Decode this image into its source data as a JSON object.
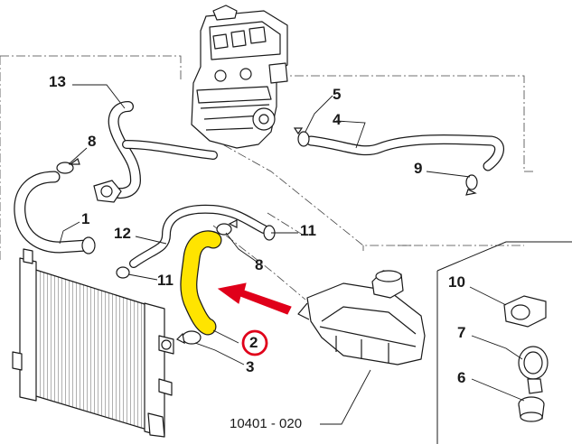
{
  "callouts": {
    "c1": "1",
    "c2": "2",
    "c3": "3",
    "c4": "4",
    "c5": "5",
    "c6": "6",
    "c7": "7",
    "c8a": "8",
    "c8b": "8",
    "c9": "9",
    "c10": "10",
    "c11a": "11",
    "c11b": "11",
    "c12": "12",
    "c13": "13"
  },
  "drawing_code": "10401 - 020",
  "colors": {
    "highlight_hose": "#ffe400",
    "pointer_arrow": "#e0001a",
    "selected_ring": "#e0001a",
    "line_art": "#1a1a1a"
  },
  "icons": {
    "engine": "engine-block-icon",
    "radiator": "radiator-icon",
    "expansion_tank": "expansion-tank-icon",
    "thermostat": "thermostat-housing-icon"
  },
  "selected_item": "2"
}
